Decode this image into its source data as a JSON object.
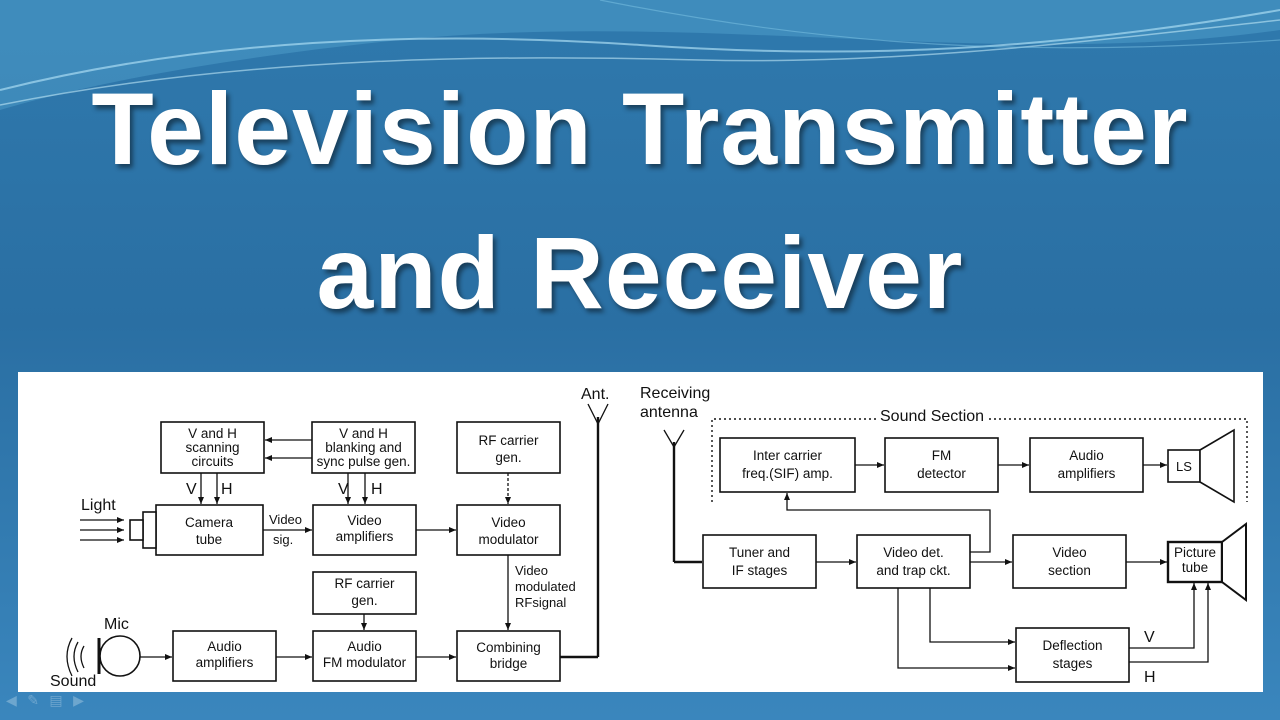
{
  "title": {
    "line1": "Television Transmitter",
    "line2": "and Receiver"
  },
  "transmitter": {
    "vh_scanning": [
      "V and H",
      "scanning",
      "circuits"
    ],
    "vh_blanking": [
      "V and H",
      "blanking and",
      "sync pulse gen."
    ],
    "rf_carrier_1": [
      "RF carrier",
      "gen."
    ],
    "camera_tube": [
      "Camera",
      "tube"
    ],
    "video_amplifiers": [
      "Video",
      "amplifiers"
    ],
    "video_modulator": [
      "Video",
      "modulator"
    ],
    "rf_carrier_2": [
      "RF carrier",
      "gen."
    ],
    "audio_amplifiers": [
      "Audio",
      "amplifiers"
    ],
    "audio_fm_modulator": [
      "Audio",
      "FM modulator"
    ],
    "combining_bridge": [
      "Combining",
      "bridge"
    ],
    "light_label": "Light",
    "video_sig_label": [
      "Video",
      "sig."
    ],
    "video_modulated_label": [
      "Video",
      "modulated",
      "RFsignal"
    ],
    "mic_label": "Mic",
    "sound_label": "Sound",
    "ant_label": "Ant.",
    "v_label": "V",
    "h_label": "H"
  },
  "receiver": {
    "receiving_antenna_label": [
      "Receiving",
      "antenna"
    ],
    "sound_section_label": "Sound Section",
    "inter_carrier": [
      "Inter carrier",
      "freq.(SIF) amp."
    ],
    "fm_detector": [
      "FM",
      "detector"
    ],
    "audio_amplifiers": [
      "Audio",
      "amplifiers"
    ],
    "ls_label": "LS",
    "tuner": [
      "Tuner and",
      "IF stages"
    ],
    "video_det": [
      "Video det.",
      "and trap ckt."
    ],
    "video_section": [
      "Video",
      "section"
    ],
    "picture_tube": [
      "Picture",
      "tube"
    ],
    "deflection": [
      "Deflection",
      "stages"
    ],
    "v_label": "V",
    "h_label": "H"
  },
  "nav_icons": [
    "back-icon",
    "pen-icon",
    "menu-icon",
    "forward-icon"
  ]
}
